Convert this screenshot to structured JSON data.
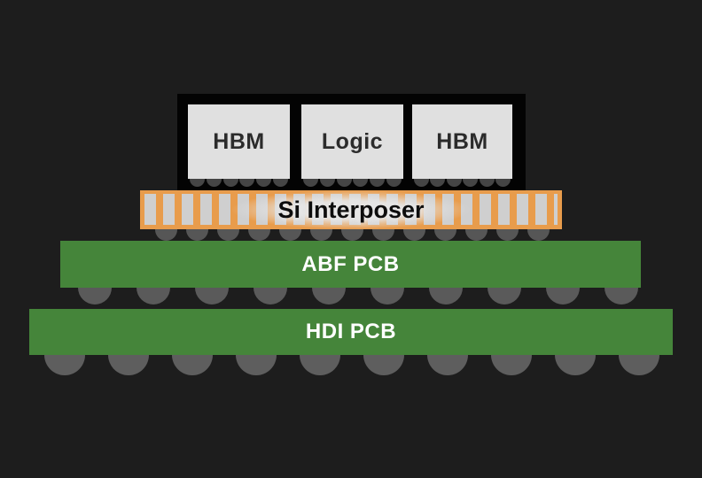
{
  "colors": {
    "background": "#1d1d1d",
    "lid": "#030303",
    "die": "#e0e0e0",
    "die_text": "#2b2b2b",
    "interposer_orange": "#e89c4c",
    "interposer_text": "#0d0d0d",
    "tsv_gray": "#cfcfcf",
    "pcb_green": "#45853a",
    "pcb_text": "#ffffff",
    "bump_small": "#454545",
    "bump_c4": "#565656",
    "bump_mid": "#5a5a5a",
    "ball_bga": "#5e5e5e"
  },
  "package": {
    "chips": [
      {
        "label": "HBM"
      },
      {
        "label": "Logic"
      },
      {
        "label": "HBM"
      }
    ]
  },
  "interposer": {
    "label": "Si Interposer"
  },
  "substrates": [
    {
      "label": "ABF PCB"
    },
    {
      "label": "HDI PCB"
    }
  ],
  "structure": {
    "microbumps_per_die": 6,
    "c4_bumps": 13,
    "mid_bumps": 10,
    "bga_balls": 10
  }
}
